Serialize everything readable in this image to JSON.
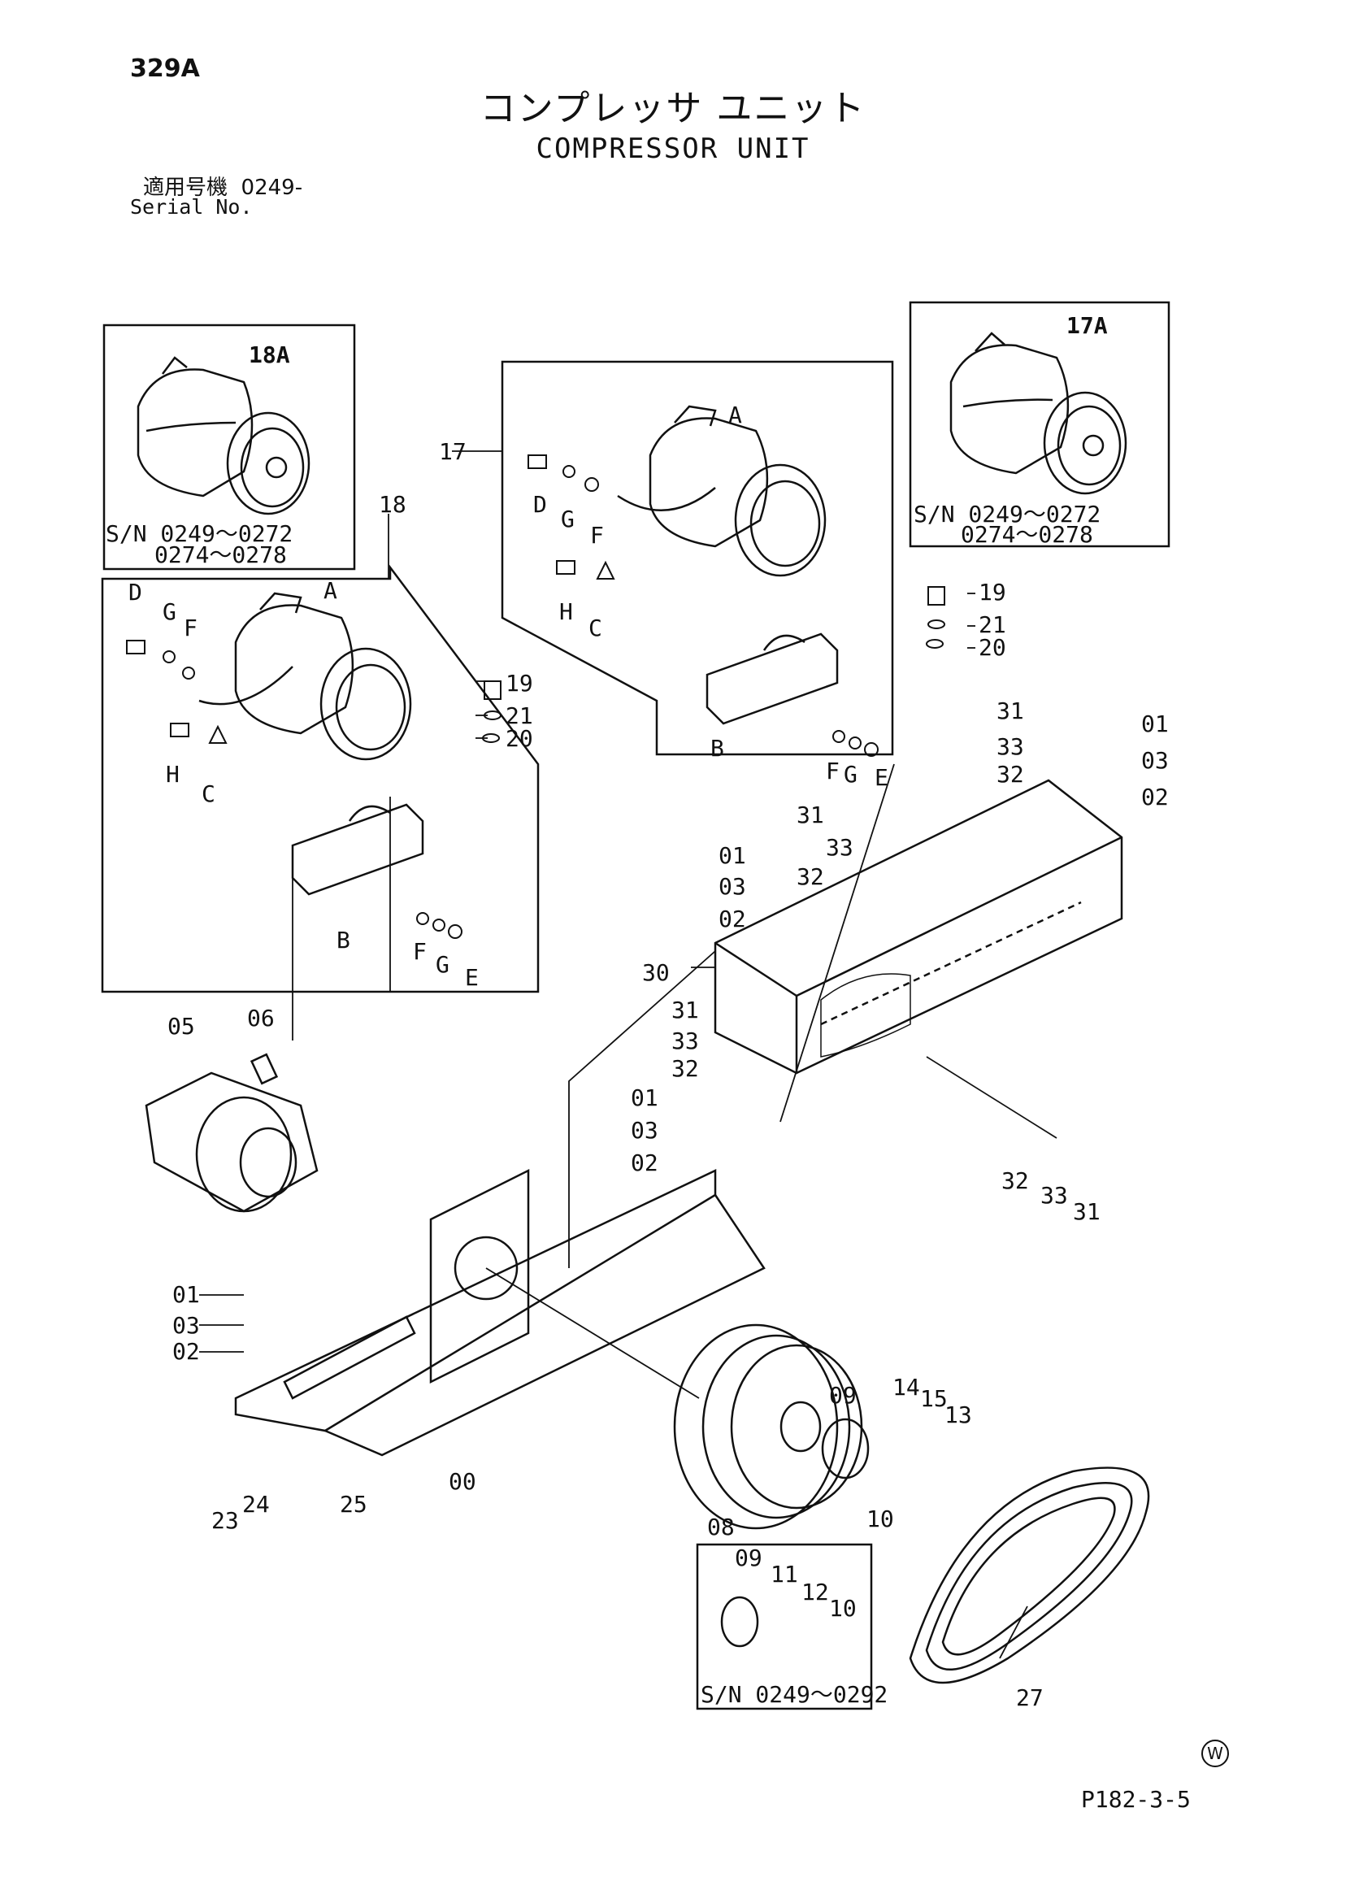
{
  "header": {
    "page_number": "329A",
    "title_jp": "コンプレッサ ユニット",
    "title_en": "COMPRESSOR UNIT",
    "serial_label_jp": "適用号機",
    "serial_value": "0249-",
    "serial_label_en": "Serial No."
  },
  "insets": {
    "inset_18a": {
      "label": "18A",
      "serial_line1": "S/N  0249～0272",
      "serial_line2": "0274～0278"
    },
    "inset_17a": {
      "label": "17A",
      "serial_line1": "S/N  0249～0272",
      "serial_line2": "0274～0278"
    },
    "inset_plate": {
      "serial": "S/N  0249～0292"
    }
  },
  "callouts": {
    "n17": "17",
    "n18": "18",
    "n19": "19",
    "n20": "20",
    "n21": "21",
    "n01": "01",
    "n02": "02",
    "n03": "03",
    "n05": "05",
    "n06": "06",
    "n00": "00",
    "n08": "08",
    "n09": "09",
    "n10": "10",
    "n11": "11",
    "n12": "12",
    "n13": "13",
    "n14": "14",
    "n15": "15",
    "n23": "23",
    "n24": "24",
    "n25": "25",
    "n27": "27",
    "n30": "30",
    "n31": "31",
    "n32": "32",
    "n33": "33",
    "A": "A",
    "B": "B",
    "C": "C",
    "D": "D",
    "E": "E",
    "F": "F",
    "G": "G",
    "H": "H"
  },
  "footer": {
    "code": "P182-3-5",
    "mark": "W"
  }
}
